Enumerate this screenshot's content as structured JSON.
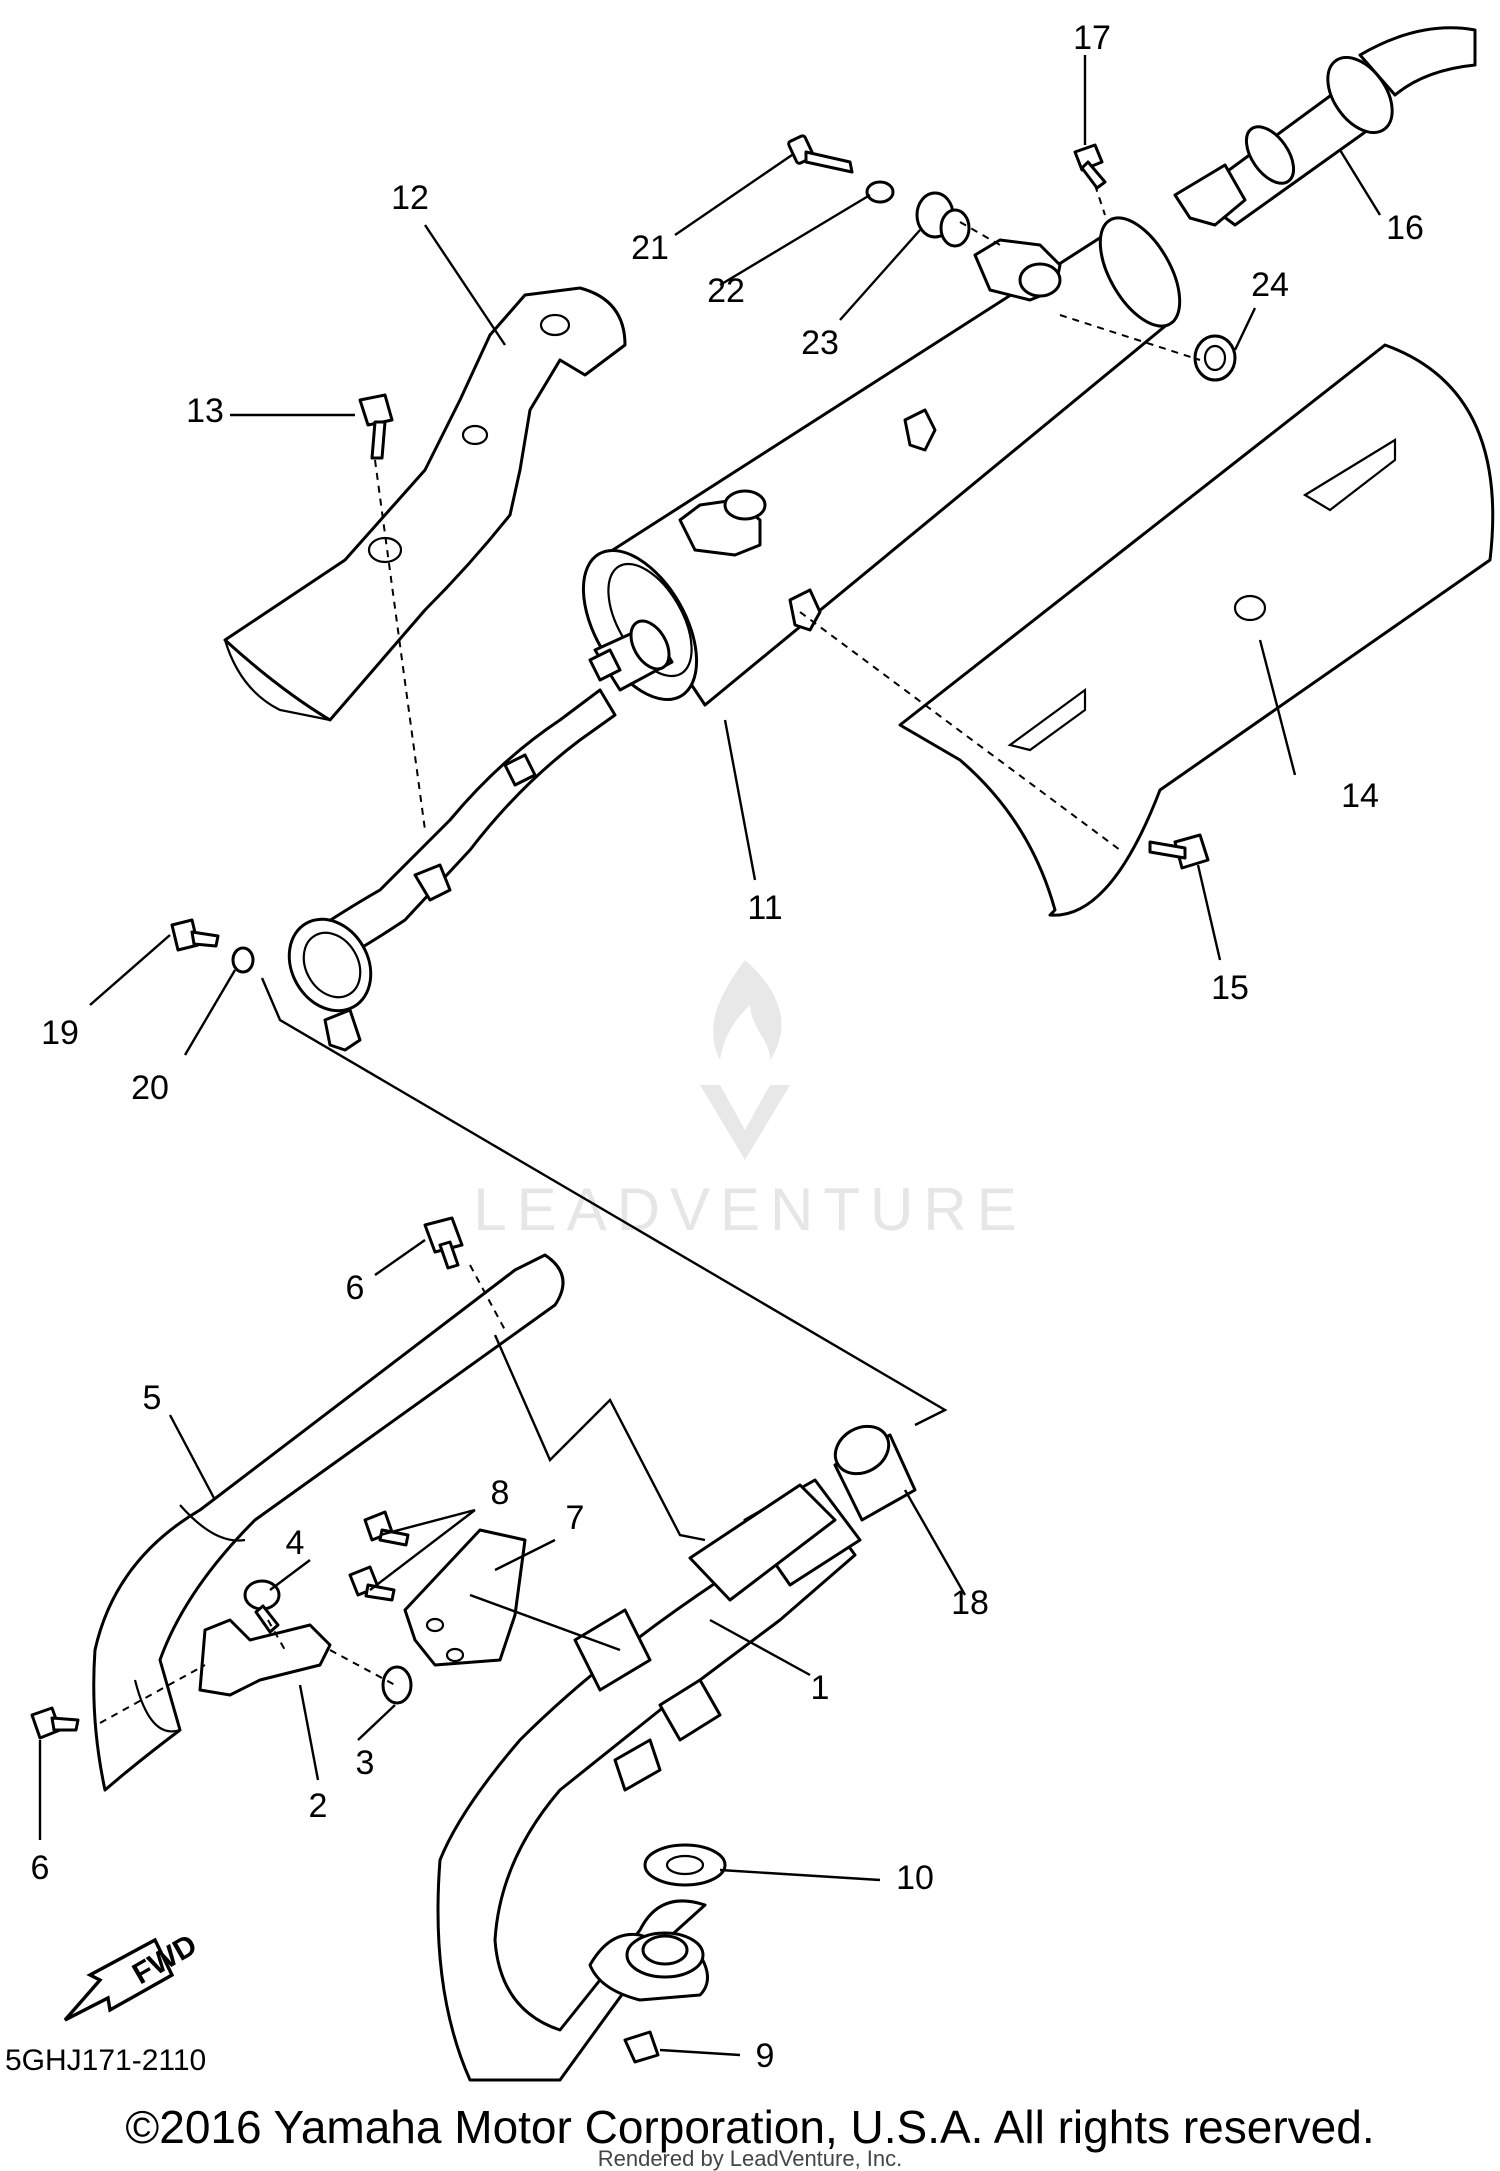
{
  "diagram": {
    "part_code": "5GHJ171-2110",
    "fwd_label": "FWD",
    "watermark": "LEADVENTURE",
    "callouts": [
      "1",
      "2",
      "3",
      "4",
      "5",
      "6",
      "6",
      "7",
      "8",
      "9",
      "10",
      "11",
      "12",
      "13",
      "14",
      "15",
      "16",
      "17",
      "18",
      "19",
      "20",
      "21",
      "22",
      "23",
      "24"
    ]
  },
  "footer": {
    "copyright": "©2016 Yamaha Motor Corporation, U.S.A. All rights reserved.",
    "rendered_by": "Rendered by LeadVenture, Inc."
  }
}
